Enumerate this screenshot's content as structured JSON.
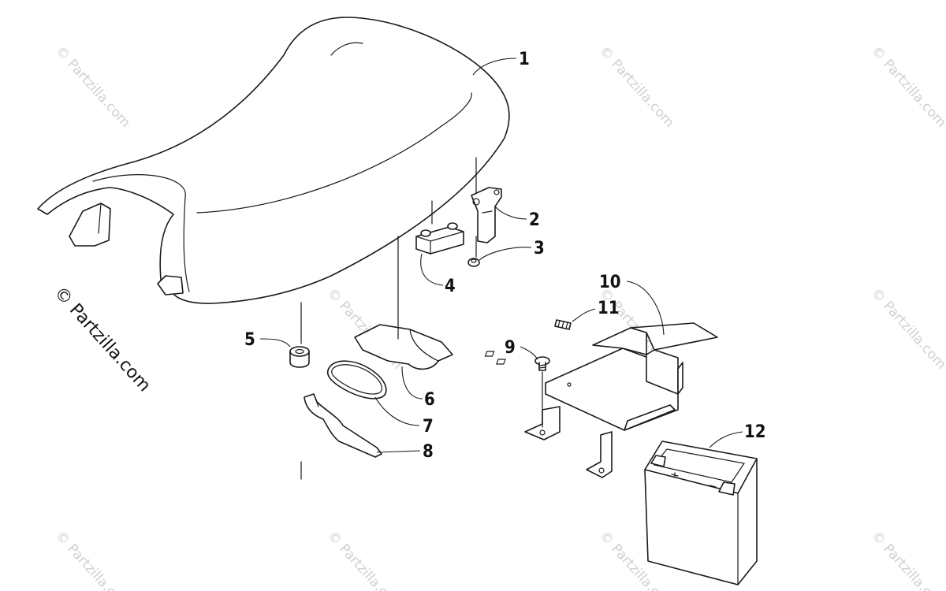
{
  "diagram": {
    "callouts": [
      "1",
      "2",
      "3",
      "4",
      "5",
      "6",
      "7",
      "8",
      "9",
      "10",
      "11",
      "12"
    ],
    "parts": [
      {
        "id": "1",
        "icon": "seat-icon"
      },
      {
        "id": "2",
        "icon": "seat-latch-icon"
      },
      {
        "id": "3",
        "icon": "nut-icon"
      },
      {
        "id": "4",
        "icon": "bracket-icon"
      },
      {
        "id": "5",
        "icon": "grommet-icon"
      },
      {
        "id": "6",
        "icon": "pad-icon"
      },
      {
        "id": "7",
        "icon": "o-ring-icon"
      },
      {
        "id": "8",
        "icon": "spanner-wrench-icon"
      },
      {
        "id": "9",
        "icon": "screw-icon"
      },
      {
        "id": "10",
        "icon": "battery-tray-icon"
      },
      {
        "id": "11",
        "icon": "stud-icon"
      },
      {
        "id": "12",
        "icon": "battery-icon"
      }
    ]
  },
  "watermark": {
    "text": "© Partzilla.com",
    "tile_text": "© Partzilla.com"
  }
}
